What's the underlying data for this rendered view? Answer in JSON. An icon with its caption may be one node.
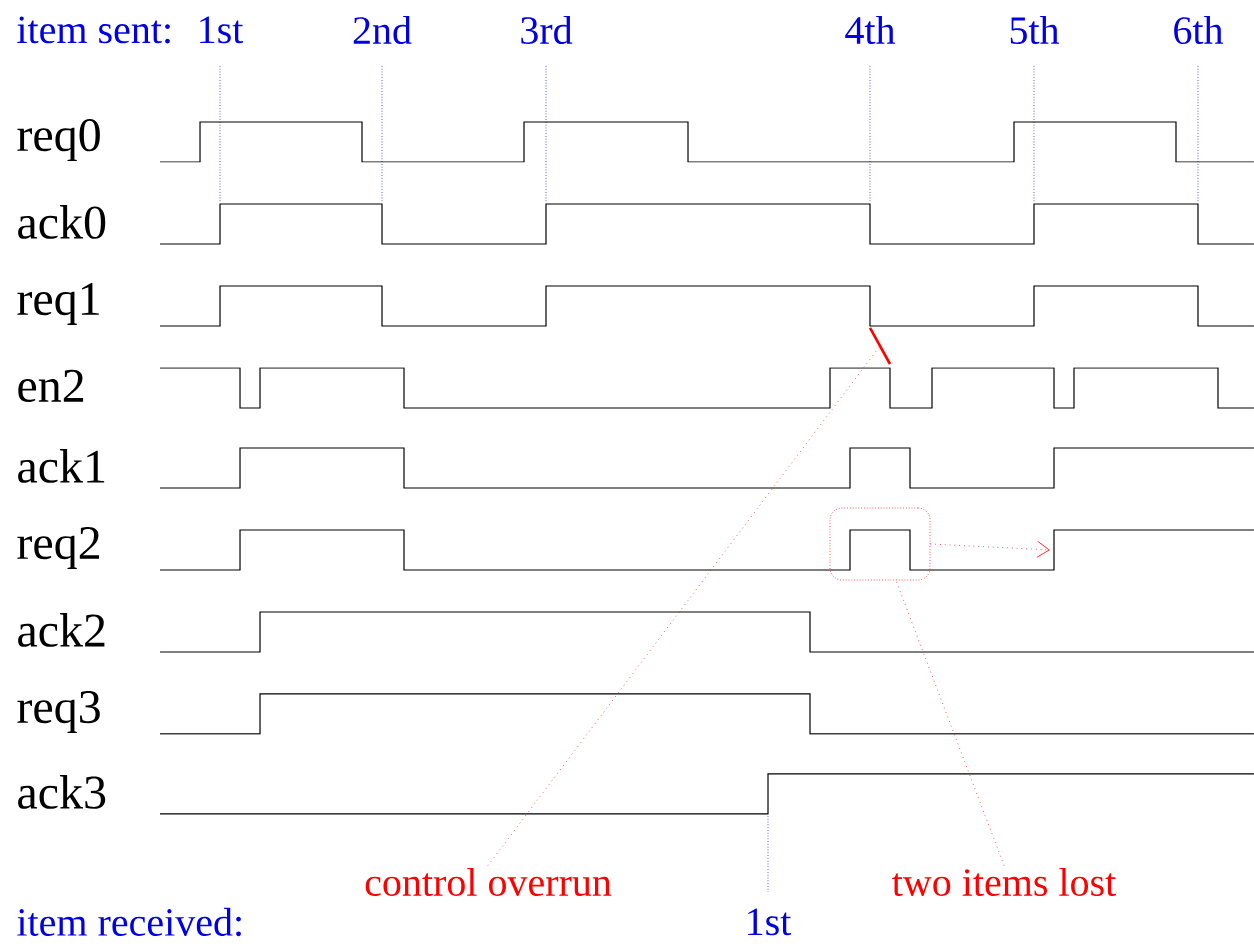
{
  "diagram": {
    "nodes": [
      {
        "text": [
          "control overrun"
        ]
      },
      {
        "text": [
          "two items lost"
        ]
      },
      {
        "text": [],
        "shape": "box"
      },
      {
        "text": [],
        "shape": "line"
      }
    ],
    "edges": [
      {
        "from": 0,
        "to": 3,
        "arrow": "none"
      },
      {
        "from": 1,
        "to": 2,
        "arrow": "none"
      },
      {
        "from": 2,
        "to": null,
        "arrow": "to"
      }
    ],
    "labels": [
      "item sent:",
      "1st",
      "2nd",
      "3rd",
      "4th",
      "5th",
      "6th",
      "req0",
      "ack0",
      "req1",
      "en2",
      "ack1",
      "req2",
      "ack2",
      "req3",
      "ack3",
      "item received:",
      "1st"
    ]
  }
}
